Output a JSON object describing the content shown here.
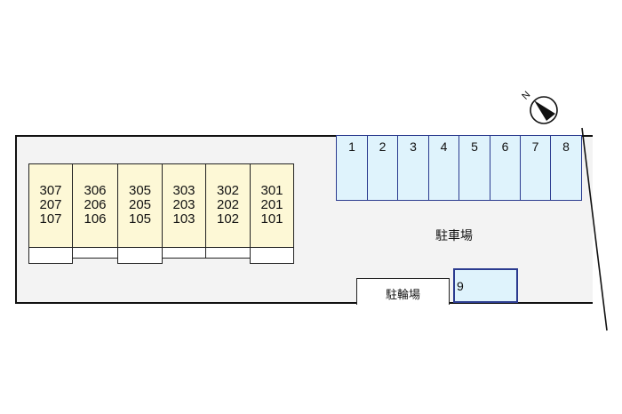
{
  "site": {
    "units": [
      {
        "rooms": [
          "307",
          "207",
          "107"
        ],
        "balcony_extended": true
      },
      {
        "rooms": [
          "306",
          "206",
          "106"
        ],
        "balcony_extended": false
      },
      {
        "rooms": [
          "305",
          "205",
          "105"
        ],
        "balcony_extended": true
      },
      {
        "rooms": [
          "303",
          "203",
          "103"
        ],
        "balcony_extended": false
      },
      {
        "rooms": [
          "302",
          "202",
          "102"
        ],
        "balcony_extended": false
      },
      {
        "rooms": [
          "301",
          "201",
          "101"
        ],
        "balcony_extended": true
      }
    ],
    "parking_label": "駐車場",
    "parking_spaces": [
      "1",
      "2",
      "3",
      "4",
      "5",
      "6",
      "7",
      "8"
    ],
    "extra_space": "9",
    "bicycle_parking_label": "駐輪場",
    "compass": {
      "label": "N",
      "icon": "north-arrow-icon"
    }
  },
  "colors": {
    "building_fill": "#fdf8d6",
    "parking_fill": "#dff3fc",
    "parking_border": "#2b3b8f",
    "ground_fill": "#f3f3f3"
  }
}
